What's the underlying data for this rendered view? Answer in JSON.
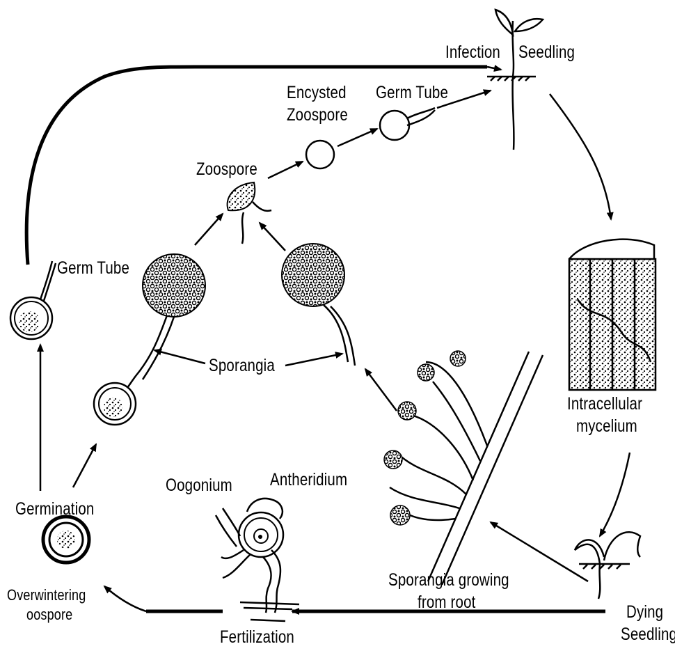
{
  "labels": {
    "infection": "Infection",
    "seedling": "Seedling",
    "encysted_zoospore_line1": "Encysted",
    "encysted_zoospore_line2": "Zoospore",
    "germ_tube_top": "Germ Tube",
    "zoospore": "Zoospore",
    "germ_tube_left": "Germ Tube",
    "sporangia": "Sporangia",
    "intracellular_line1": "Intracellular",
    "intracellular_line2": "mycelium",
    "germination": "Germination",
    "oogonium": "Oogonium",
    "antheridium": "Antheridium",
    "overwintering_line1": "Overwintering",
    "overwintering_line2": "oospore",
    "fertilization": "Fertilization",
    "sporangia_root_line1": "Sporangia growing",
    "sporangia_root_line2": "from root",
    "dying_line1": "Dying",
    "dying_line2": "Seedling"
  },
  "colors": {
    "ink": "#000000",
    "background": "#ffffff"
  }
}
